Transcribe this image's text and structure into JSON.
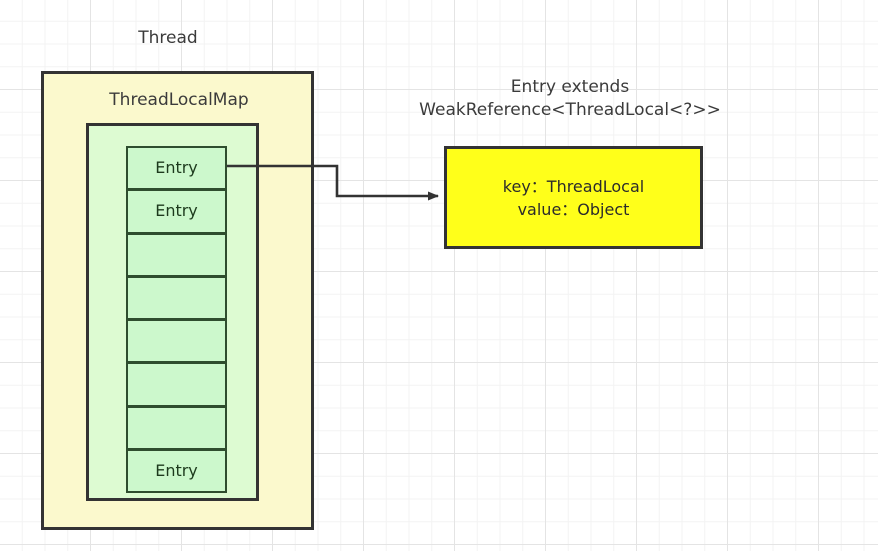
{
  "diagram": {
    "title": "ThreadLocal / ThreadLocalMap / Entry structure",
    "thread": {
      "label": "Thread",
      "fill_color": "#fbf9cd",
      "stroke_color": "#333333"
    },
    "thread_local_map": {
      "label": "ThreadLocalMap",
      "fill_color": "#ddfbd2",
      "stroke_color": "#333333"
    },
    "entry_table": {
      "cell_fill_color": "#ccf8cc",
      "cell_stroke_color": "#2e4d2e",
      "cells": [
        {
          "label": "Entry",
          "occupied": true
        },
        {
          "label": "Entry",
          "occupied": true
        },
        {
          "label": "",
          "occupied": false
        },
        {
          "label": "",
          "occupied": false
        },
        {
          "label": "",
          "occupied": false
        },
        {
          "label": "",
          "occupied": false
        },
        {
          "label": "",
          "occupied": false
        },
        {
          "label": "Entry",
          "occupied": true
        }
      ]
    },
    "entry_detail": {
      "caption_line1": "Entry extends",
      "caption_line2": "WeakReference<ThreadLocal<?>>",
      "key_line": "key：ThreadLocal",
      "value_line": "value：Object",
      "fill_color": "#ffff1a",
      "stroke_color": "#333333"
    },
    "connector": {
      "from": "entry-cell-0",
      "to": "entry-detail-box",
      "stroke_color": "#333333",
      "arrow_style": "orthogonal-with-head"
    },
    "background": {
      "color": "#ffffff",
      "grid_minor_color": "#f3f3f3",
      "grid_major_color": "#e4e4e4"
    }
  }
}
